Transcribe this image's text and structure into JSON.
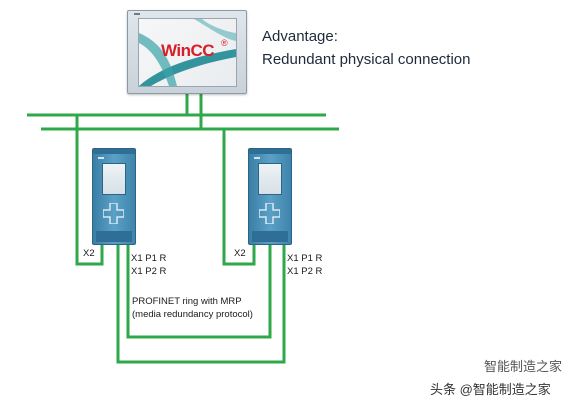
{
  "headline": {
    "line1": "Advantage:",
    "line2": "Redundant physical connection"
  },
  "hmi": {
    "logo_text": "WinCC",
    "logo_reg": "®"
  },
  "plc_left": {
    "x2_label": "X2",
    "port1_label": "X1 P1 R",
    "port2_label": "X1 P2 R"
  },
  "plc_right": {
    "x2_label": "X2",
    "port1_label": "X1 P1 R",
    "port2_label": "X1 P2 R"
  },
  "ring_note": {
    "line1": "PROFINET ring with MRP",
    "line2": "(media redundancy protocol)"
  },
  "watermark": {
    "top": "智能制造之家",
    "bottom": "头条 @智能制造之家"
  },
  "colors": {
    "network_green": "#2ea84a",
    "plc_blue": "#4a90b8",
    "logo_red": "#d71f27"
  }
}
